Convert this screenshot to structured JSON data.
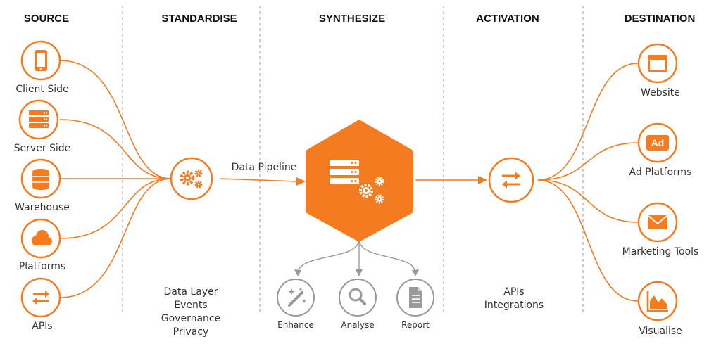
{
  "colors": {
    "accent": "#f47b20",
    "grey": "#9a9a9a",
    "divider": "#9b9b9b"
  },
  "headers": {
    "source": "SOURCE",
    "standardise": "STANDARDISE",
    "synthesize": "SYNTHESIZE",
    "activation": "ACTIVATION",
    "destination": "DESTINATION"
  },
  "sources": [
    {
      "label": "Client Side",
      "icon": "phone-icon"
    },
    {
      "label": "Server Side",
      "icon": "server-icon"
    },
    {
      "label": "Warehouse",
      "icon": "database-icon"
    },
    {
      "label": "Platforms",
      "icon": "cloud-icon"
    },
    {
      "label": "APIs",
      "icon": "exchange-icon"
    }
  ],
  "standardise": {
    "icon": "gears-icon",
    "notes": [
      "Data Layer",
      "Events",
      "Governance",
      "Privacy"
    ]
  },
  "pipeline_label": "Data Pipeline",
  "synthesize": {
    "icon": "server-gears-icon",
    "tools": [
      {
        "label": "Enhance",
        "icon": "magic-wand-icon"
      },
      {
        "label": "Analyse",
        "icon": "magnifier-icon"
      },
      {
        "label": "Report",
        "icon": "document-icon"
      }
    ]
  },
  "activation": {
    "icon": "exchange-icon",
    "notes": [
      "APIs",
      "Integrations"
    ]
  },
  "destinations": [
    {
      "label": "Website",
      "icon": "browser-window-icon"
    },
    {
      "label": "Ad Platforms",
      "icon": "ad-icon"
    },
    {
      "label": "Marketing Tools",
      "icon": "envelope-icon"
    },
    {
      "label": "Visualise",
      "icon": "area-chart-icon"
    }
  ]
}
